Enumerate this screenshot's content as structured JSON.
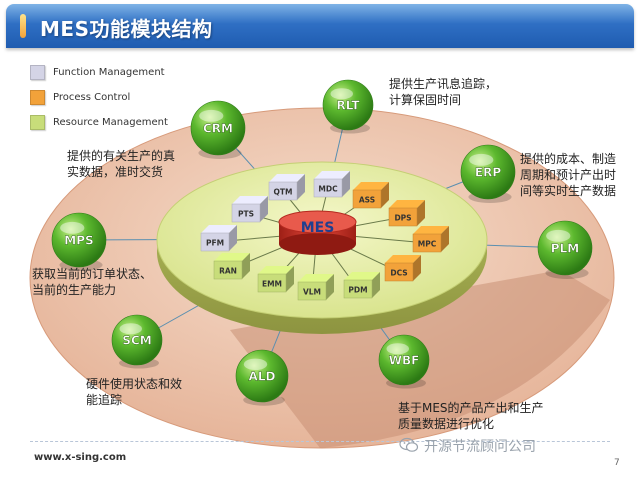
{
  "title": "MES功能模块结构",
  "legend": [
    {
      "label": "Function Management",
      "color": "#d4d4e6"
    },
    {
      "label": "Process Control",
      "color": "#f2a23a"
    },
    {
      "label": "Resource Management",
      "color": "#c8dd7a"
    }
  ],
  "center": {
    "label": "MES",
    "color": "#d9352a"
  },
  "modules": [
    {
      "label": "PTS",
      "group": "function"
    },
    {
      "label": "QTM",
      "group": "function"
    },
    {
      "label": "MDC",
      "group": "function"
    },
    {
      "label": "PFM",
      "group": "function"
    },
    {
      "label": "ASS",
      "group": "process"
    },
    {
      "label": "DPS",
      "group": "process"
    },
    {
      "label": "MPC",
      "group": "process"
    },
    {
      "label": "DCS",
      "group": "process"
    },
    {
      "label": "RAN",
      "group": "resource"
    },
    {
      "label": "EMM",
      "group": "resource"
    },
    {
      "label": "VLM",
      "group": "resource"
    },
    {
      "label": "PDM",
      "group": "resource"
    }
  ],
  "systems": [
    {
      "label": "CRM"
    },
    {
      "label": "RLT"
    },
    {
      "label": "ERP"
    },
    {
      "label": "MPS"
    },
    {
      "label": "PLM"
    },
    {
      "label": "SCM"
    },
    {
      "label": "ALD"
    },
    {
      "label": "WBF"
    }
  ],
  "notes": {
    "rlt": [
      "提供生产讯息追踪，",
      "计算保固时间"
    ],
    "crm": [
      "提供的有关生产的真",
      "实数据，准时交货"
    ],
    "erp": [
      "提供的成本、制造",
      "周期和预计产出时",
      "间等实时生产数据"
    ],
    "mps": [
      "获取当前的订单状态、",
      "当前的生产能力"
    ],
    "scm": [
      "硬件使用状态和效",
      "能追踪"
    ],
    "wbf": [
      "基于MES的产品产出和生产",
      "质量数据进行优化"
    ]
  },
  "footer": {
    "url": "www.x-sing.com",
    "wechat": "开源节流顾问公司",
    "page": "7"
  }
}
